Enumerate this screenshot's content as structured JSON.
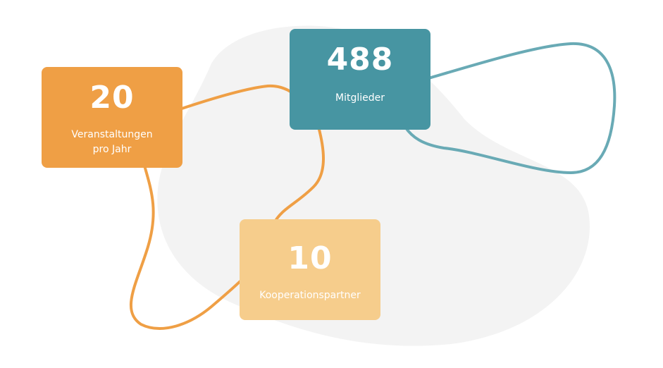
{
  "colors": {
    "orange": "#ef9f45",
    "teal": "#4795a2",
    "light_orange": "#f6cd8c",
    "line_teal": "#69aab5",
    "blob": "#f3f3f3"
  },
  "stats": [
    {
      "value": "20",
      "label_line1": "Veranstaltungen",
      "label_line2": "pro Jahr"
    },
    {
      "value": "488",
      "label_line1": "Mitglieder"
    },
    {
      "value": "10",
      "label_line1": "Kooperationspartner"
    }
  ]
}
